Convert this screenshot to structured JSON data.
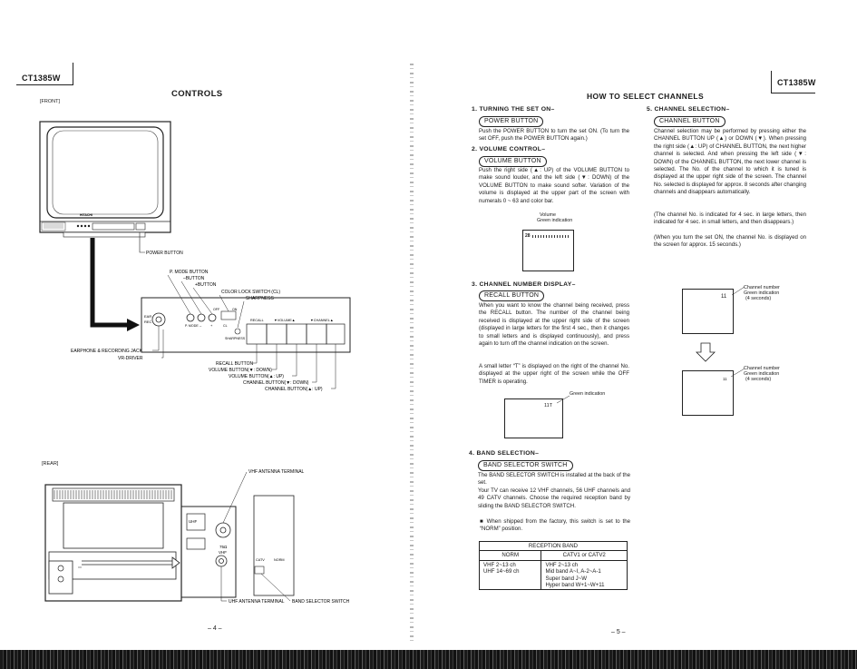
{
  "model": "CT1385W",
  "left": {
    "title": "CONTROLS",
    "front_label": "[FRONT]",
    "rear_label": "[REAR]",
    "tv_brand": "HITACHI",
    "labels": {
      "power_button": "POWER BUTTON",
      "pmode_button": "P. MODE BUTTON",
      "minus_button": "–BUTTON",
      "plus_button": "+BUTTON",
      "color_lock": "COLOR LOCK SWITCH (CL)",
      "sharpness": "SHARPNESS",
      "earphone_jack": "EARPHONE & RECORDING JACK",
      "vr_driver": "VR-DRIVER",
      "recall_button": "RECALL BUTTON",
      "volume_down": "VOLUME BUTTON(▼: DOWN)",
      "volume_up": "VOLUME BUTTON(▲: UP)",
      "channel_down": "CHANNEL BUTTON(▼: DOWN)",
      "channel_up": "CHANNEL BUTTON(▲: UP)",
      "vhf_antenna": "VHF ANTENNA TERMINAL",
      "uhf_antenna": "UHF ANTENNA TERMINAL",
      "band_selector": "BAND SELECTOR SWITCH"
    },
    "panel": {
      "ear": "EAR",
      "rec": "REC",
      "pmode": "P. MODE",
      "minus": "–",
      "plus": "+",
      "cl": "CL",
      "off": "OFF",
      "on": "ON",
      "recall": "RECALL",
      "volume": "▼VOLUME▲",
      "channel": "▼CHANNEL▲",
      "sharpness": "SHARPNESS"
    },
    "rear_panel": {
      "uhf": "UHF",
      "vhf": "VHF",
      "ohm": "75Ω",
      "catv": "CATV",
      "norm": "NORM"
    },
    "page_number": "– 4 –"
  },
  "right": {
    "title": "HOW TO SELECT CHANNELS",
    "s1": {
      "title": "1. TURNING THE SET ON–",
      "pill": "POWER BUTTON",
      "text": "Push the POWER BUTTON to turn the set ON. (To turn the set OFF, push the POWER BUTTON again.)"
    },
    "s2": {
      "title": "2. VOLUME CONTROL–",
      "pill": "VOLUME BUTTON",
      "text": "Push the right side (▲: UP) of the VOLUME BUTTON to make sound louder, and the left side (▼: DOWN) of the VOLUME BUTTON to make sound softer. Variation of the volume is displayed at the upper part of the screen with numerals 0 ~ 63 and color bar.",
      "fig_label1": "Volume",
      "fig_label2": "Green indication",
      "fig_value": "28"
    },
    "s3": {
      "title": "3. CHANNEL NUMBER DISPLAY–",
      "pill": "RECALL BUTTON",
      "text1": "When you want to know the channel being received, press the RECALL button. The number of the channel being received is displayed at the upper right side of the screen (displayed in large letters for the first 4 sec., then it changes to small letters and is displayed continuously), and press again to turn off the channel indication on the screen.",
      "text2": "A small letter “T” is displayed on the right of the channel No. displayed at the upper right of the screen while the OFF TIMER is operating.",
      "fig_label": "Green indication",
      "fig_value": "11T"
    },
    "s4": {
      "title": "4. BAND SELECTION–",
      "pill": "BAND SELECTOR SWITCH",
      "text1": "The BAND SELECTOR SWITCH is installed at the back of the set.",
      "text2": "Your TV can receive 12 VHF channels, 56 UHF channels and 49 CATV channels. Choose the required reception band by sliding the BAND SELECTOR SWITCH.",
      "note": "■ When shipped from the factory, this switch is set to the “NORM” position.",
      "table": {
        "caption": "RECEPTION BAND",
        "headers": [
          "NORM",
          "CATV1 or CATV2"
        ],
        "norm": [
          "VHF 2~13 ch",
          "UHF 14~69 ch"
        ],
        "catv": [
          "VHF 2~13 ch",
          "Mid band A~I, A-2~A-1",
          "Super band J~W",
          "Hyper band W+1~W+11"
        ]
      }
    },
    "s5": {
      "title": "5. CHANNEL SELECTION–",
      "pill": "CHANNEL BUTTON",
      "text1": "Channel selection may be performed by pressing either the CHANNEL BUTTON UP (▲) or DOWN (▼). When pressing the right side (▲: UP) of CHANNEL BUTTON, the next higher channel is selected. And when pressing the left side (▼: DOWN) of the CHANNEL BUTTON, the next lower channel is selected. The No. of the channel to which it is tuned is displayed at the upper right side of the screen. The channel No. selected is displayed for approx. 8 seconds after changing channels and disappears automatically.",
      "text2": "(The channel No. is indicated for 4 sec. in large letters, then indicated for 4 sec. in small letters, and then disappears.)",
      "text3": "(When you turn the set ON, the channel No. is displayed on the screen for approx. 15 seconds.)",
      "fig1": {
        "value": "11",
        "l1": "Channel number",
        "l2": "Green indication",
        "l3": "(4 seconds)"
      },
      "fig2": {
        "value": "11",
        "l1": "Channel number",
        "l2": "Green indication",
        "l3": "(4 seconds)"
      }
    },
    "page_number": "– 5 –"
  }
}
